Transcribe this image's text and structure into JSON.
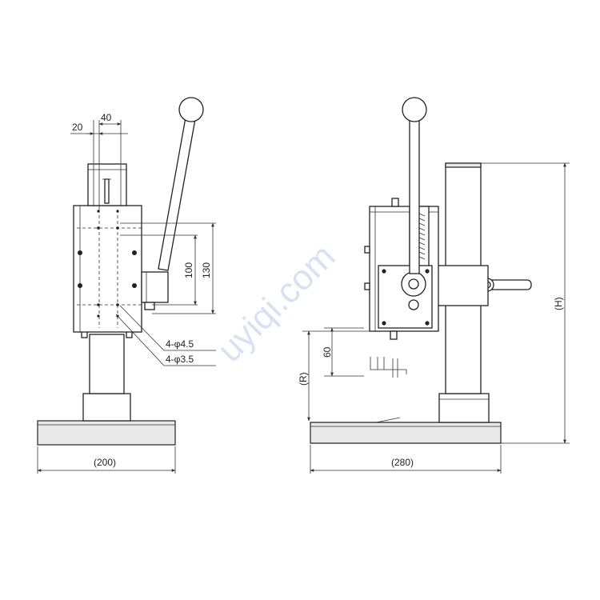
{
  "watermark": "uyiqi.com",
  "front_view": {
    "dims": {
      "top_small": "20",
      "top_large": "40",
      "hole_pitch_100": "100",
      "hole_pitch_130": "130",
      "holes_a": "4-φ4.5",
      "holes_b": "4-φ3.5",
      "base_width": "(200)"
    }
  },
  "side_view": {
    "dims": {
      "stroke": "60",
      "reach": "(R)",
      "height": "(H)",
      "base_depth": "(280)"
    }
  },
  "colors": {
    "line": "#222222",
    "shade": "#e9e9e9",
    "watermark": "#d7e3f3"
  }
}
